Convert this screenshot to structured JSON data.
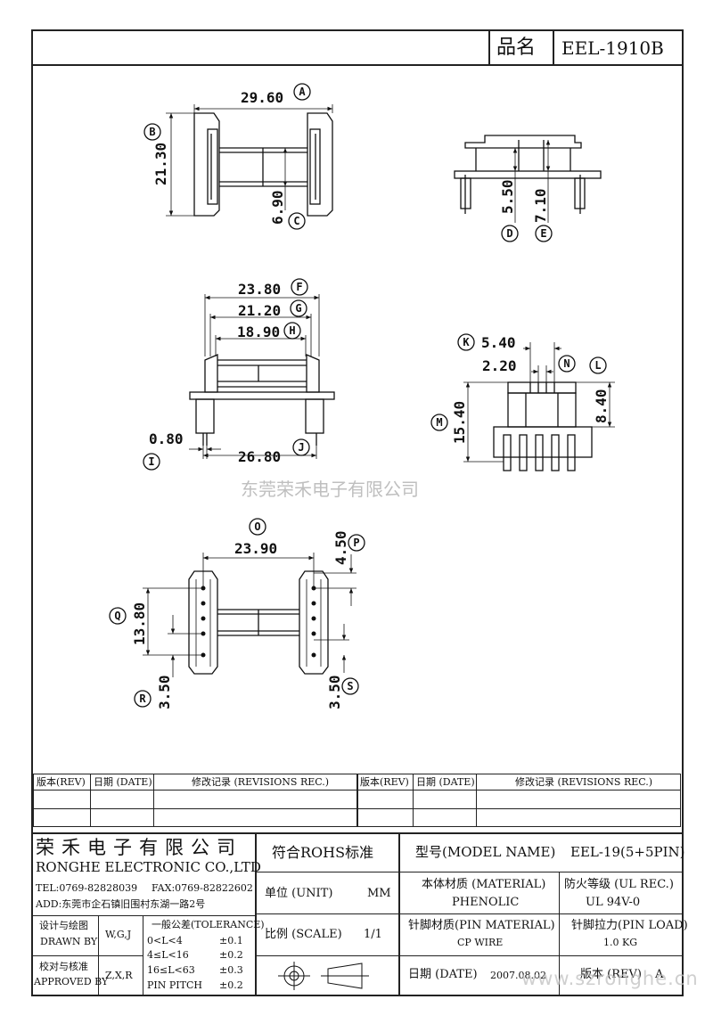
{
  "header": {
    "name_label": "品名",
    "part_no": "EEL-1910B"
  },
  "dims": {
    "a": "29.60",
    "b": "21.30",
    "c": "6.90",
    "d": "5.50",
    "e": "7.10",
    "f": "23.80",
    "g": "21.20",
    "h": "18.90",
    "i": "0.80",
    "j": "26.80",
    "k": "5.40",
    "n": "2.20",
    "m": "15.40",
    "l": "8.40",
    "o": "23.90",
    "p": "4.50",
    "q": "13.80",
    "r": "3.50",
    "s": "3.50"
  },
  "markers": {
    "a": "A",
    "b": "B",
    "c": "C",
    "d": "D",
    "e": "E",
    "f": "F",
    "g": "G",
    "h": "H",
    "i": "I",
    "j": "J",
    "k": "K",
    "l": "L",
    "m": "M",
    "n": "N",
    "o": "O",
    "p": "P",
    "q": "Q",
    "r": "R",
    "s": "S"
  },
  "watermark_center": "东莞荣禾电子有限公司",
  "watermark_bottom": "www.szronghe.cn",
  "revisions": {
    "rev": "版本(REV)",
    "date": "日期 (DATE)",
    "rec": "修改记录 (REVISIONS REC.)"
  },
  "company": {
    "name_cn": "荣禾电子有限公司",
    "name_en": "RONGHE ELECTRONIC CO.,LTD",
    "tel": "TEL:0769-82828039",
    "fax": "FAX:0769-82822602",
    "addr": "ADD:东莞市企石镇旧围村东湖一路2号"
  },
  "info": {
    "rohs": "符合ROHS标准",
    "model_label": "型号(MODEL NAME)",
    "model_value": "EEL-19(5+5PIN)",
    "unit_label": "单位 (UNIT)",
    "unit_value": "MM",
    "material_label": "本体材质 (MATERIAL)",
    "material_value": "PHENOLIC",
    "fire_label": "防火等级 (UL REC.)",
    "fire_value": "UL 94V-0",
    "scale_label": "比例 (SCALE)",
    "scale_value": "1/1",
    "pin_mat_label": "针脚材质(PIN MATERIAL)",
    "pin_mat_value": "CP WIRE",
    "pin_load_label": "针脚拉力(PIN LOAD)",
    "pin_load_value": "1.0 KG",
    "date_label": "日期 (DATE)",
    "date_value": "2007.08.02",
    "rev_label": "版本 (REV)",
    "rev_value": "A"
  },
  "sign": {
    "design_cn": "设计与绘图",
    "design_en": "DRAWN BY",
    "design_val": "W,G,J",
    "check_cn": "校对与核准",
    "check_en": "APPROVED BY",
    "check_val": "Z,X,R"
  },
  "tolerance": {
    "title": "一般公差(TOLERANCE)",
    "rows": [
      {
        "range": "0<L<4",
        "val": "±0.1"
      },
      {
        "range": "4≤L<16",
        "val": "±0.2"
      },
      {
        "range": "16≤L<63",
        "val": "±0.3"
      },
      {
        "range": "PIN PITCH",
        "val": "±0.2"
      }
    ]
  }
}
